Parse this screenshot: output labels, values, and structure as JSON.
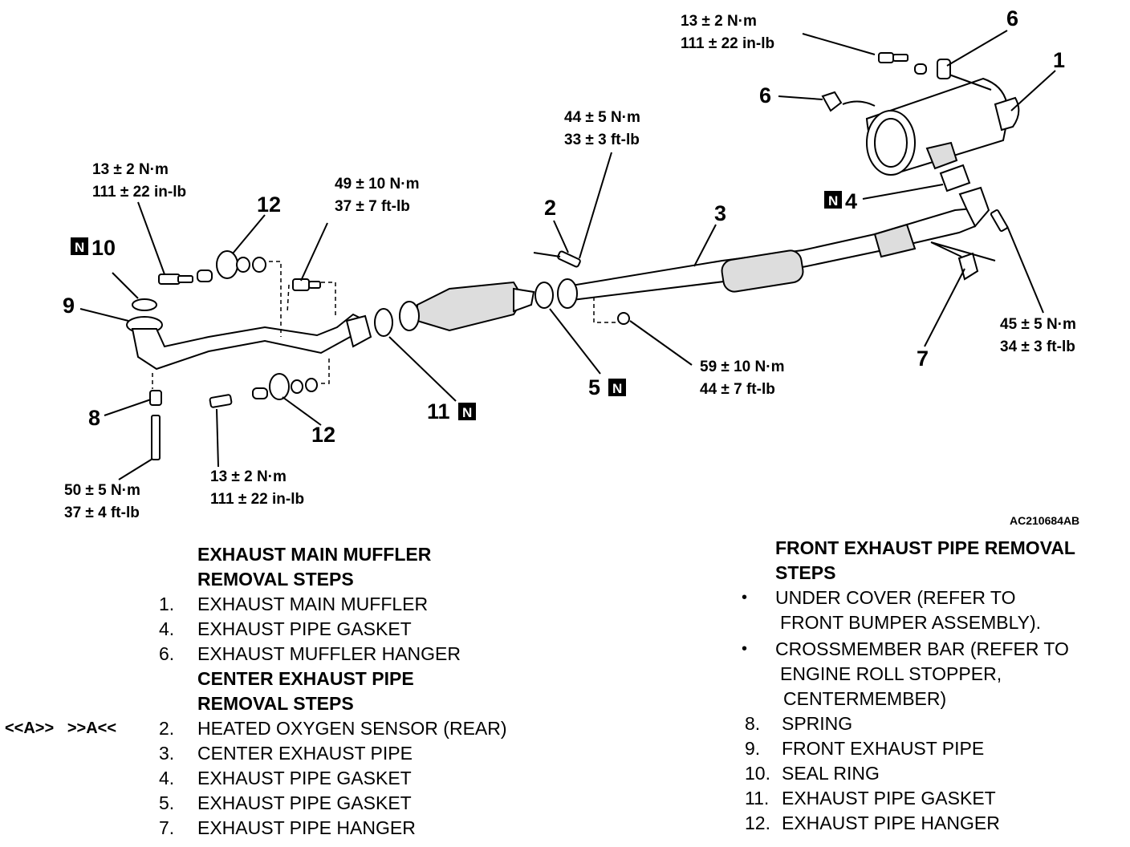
{
  "diagram": {
    "code": "AC210684AB",
    "new_mark": "N",
    "callouts": {
      "c1": "1",
      "c2": "2",
      "c3": "3",
      "c4": "4",
      "c5": "5",
      "c6a": "6",
      "c6b": "6",
      "c7": "7",
      "c8": "8",
      "c9": "9",
      "c10": "10",
      "c11": "11",
      "c12a": "12",
      "c12b": "12"
    },
    "torques": {
      "t1": [
        "13 ± 2 N·m",
        "111 ± 22 in-lb"
      ],
      "t2": [
        "44 ± 5 N·m",
        "33 ± 3 ft-lb"
      ],
      "t3": [
        "13 ± 2 N·m",
        "111 ± 22 in-lb"
      ],
      "t4": [
        "49 ± 10 N·m",
        "37 ± 7 ft-lb"
      ],
      "t5": [
        "45 ± 5 N·m",
        "34 ± 3 ft-lb"
      ],
      "t6": [
        "59 ± 10 N·m",
        "44 ± 7 ft-lb"
      ],
      "t7": [
        "50 ± 5 N·m",
        "37 ± 4 ft-lb"
      ],
      "t8": [
        "13 ± 2 N·m",
        "111 ± 22 in-lb"
      ]
    }
  },
  "left_steps": {
    "heading1": [
      "EXHAUST MAIN MUFFLER",
      "REMOVAL STEPS"
    ],
    "group1": [
      {
        "n": "1.",
        "text": "EXHAUST MAIN MUFFLER"
      },
      {
        "n": "4.",
        "text": "EXHAUST PIPE GASKET"
      },
      {
        "n": "6.",
        "text": "EXHAUST MUFFLER HANGER"
      }
    ],
    "heading2": [
      "CENTER EXHAUST PIPE",
      "REMOVAL STEPS"
    ],
    "group2_prefix": "<<A>>   >>A<<",
    "group2": [
      {
        "n": "2.",
        "text": "HEATED OXYGEN SENSOR (REAR)"
      },
      {
        "n": "3.",
        "text": "CENTER EXHAUST PIPE"
      },
      {
        "n": "4.",
        "text": "EXHAUST PIPE GASKET"
      },
      {
        "n": "5.",
        "text": "EXHAUST PIPE GASKET"
      },
      {
        "n": "7.",
        "text": "EXHAUST PIPE HANGER"
      }
    ]
  },
  "right_steps": {
    "heading": [
      "FRONT EXHAUST PIPE REMOVAL",
      "STEPS"
    ],
    "bullet": "•",
    "bullets": [
      [
        "UNDER COVER (REFER TO",
        "FRONT BUMPER ASSEMBLY)."
      ],
      [
        "CROSSMEMBER BAR (REFER TO",
        "ENGINE ROLL STOPPER,",
        "CENTERMEMBER)"
      ]
    ],
    "items": [
      {
        "n": "8.",
        "text": "SPRING"
      },
      {
        "n": "9.",
        "text": "FRONT EXHAUST PIPE"
      },
      {
        "n": "10.",
        "text": "SEAL RING"
      },
      {
        "n": "11.",
        "text": "EXHAUST PIPE GASKET"
      },
      {
        "n": "12.",
        "text": "EXHAUST PIPE HANGER"
      }
    ]
  }
}
